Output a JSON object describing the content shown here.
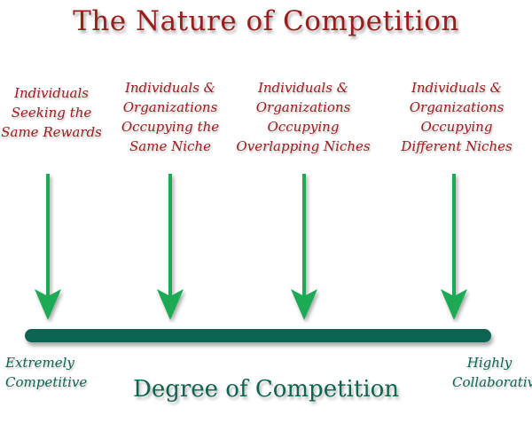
{
  "title": "The Nature of Competition",
  "labels": [
    "Individuals\nSeeking the\nSame Rewards",
    "Individuals &\nOrganizations\nOccupying the\nSame Niche",
    "Individuals &\nOrganizations\nOccupying\nOverlapping Niches",
    "Individuals &\nOrganizations\nOccupying\nDifferent Niches"
  ],
  "scale": {
    "left_label": "Extremely\nCompetitive",
    "right_label": "Highly\nCollaborative",
    "axis_title": "Degree of Competition"
  },
  "colors": {
    "title_text": "#9b1c1c",
    "arrow": "#1aaa55",
    "bar": "#0d6450",
    "scale_text": "#0d6450"
  }
}
